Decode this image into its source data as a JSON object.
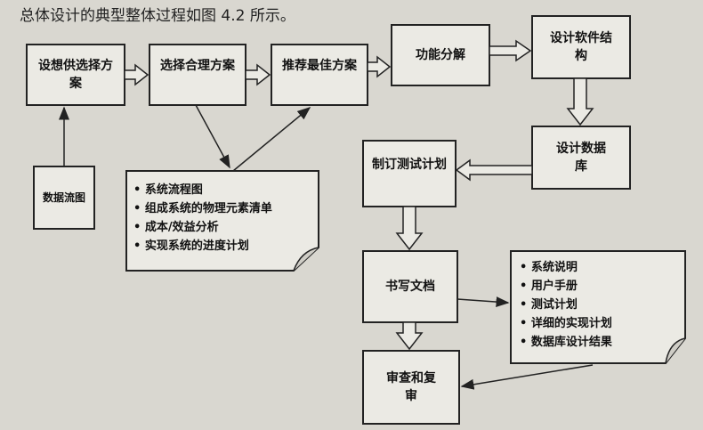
{
  "intro_text": "总体设计的典型整体过程如图 4.2 所示。",
  "nodes": {
    "idea": "设想供选择方案",
    "choose": "选择合理方案",
    "recommend": "推荐最佳方案",
    "func": "功能分解",
    "software_structure": "设计软件结构",
    "dfd": "数据流图",
    "db": "设计数据库",
    "test_plan": "制订测试计划",
    "write_docs": "书写文档",
    "review": "审查和复审"
  },
  "doc1_items": [
    "系统流程图",
    "组成系统的物理元素清单",
    "成本/效益分析",
    "实现系统的进度计划"
  ],
  "doc2_items": [
    "系统说明",
    "用户手册",
    "测试计划",
    "详细的实现计划",
    "数据库设计结果"
  ]
}
